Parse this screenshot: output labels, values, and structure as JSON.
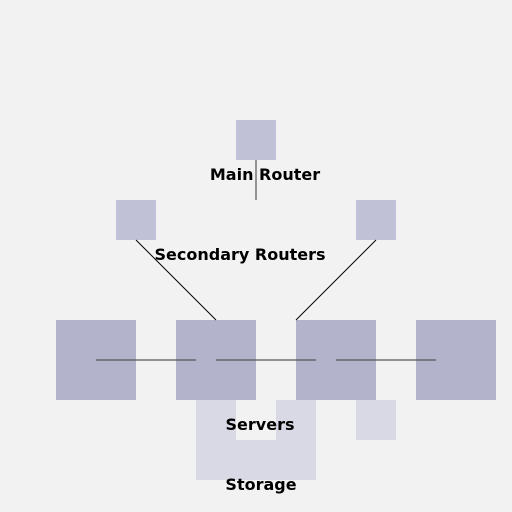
{
  "labels": {
    "main_router": "Main Router",
    "secondary_routers": "Secondary Routers",
    "servers": "Servers",
    "storage": "Storage"
  },
  "colors": {
    "background": "#f2f2f2",
    "router_fill": "#c0c1d6",
    "server_fill": "#b3b3cc",
    "storage_fill": "#d9d9e6",
    "main_link": "#555555",
    "secondary_link": "#000000",
    "server_link": "#555555"
  }
}
